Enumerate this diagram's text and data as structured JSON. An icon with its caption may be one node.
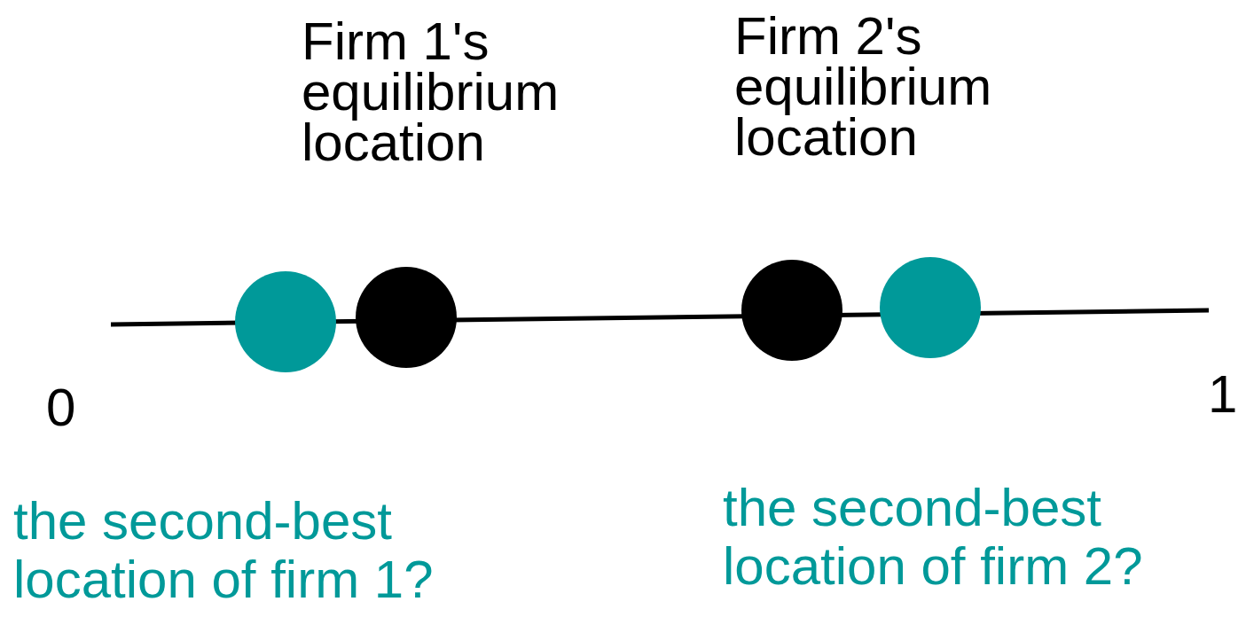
{
  "diagram": {
    "nodes": [
      {
        "text": [],
        "shape": "circle",
        "beside": [
          "the second-best location of firm 1?"
        ]
      },
      {
        "text": [],
        "shape": "circle",
        "beside": [
          "Firm 1's equilibrium location"
        ]
      },
      {
        "text": [],
        "shape": "circle",
        "beside": [
          "Firm 2's equilibrium location"
        ]
      },
      {
        "text": [],
        "shape": "circle",
        "beside": [
          "the second-best location of firm 2?"
        ]
      }
    ],
    "labels": [
      "0",
      "1"
    ]
  }
}
